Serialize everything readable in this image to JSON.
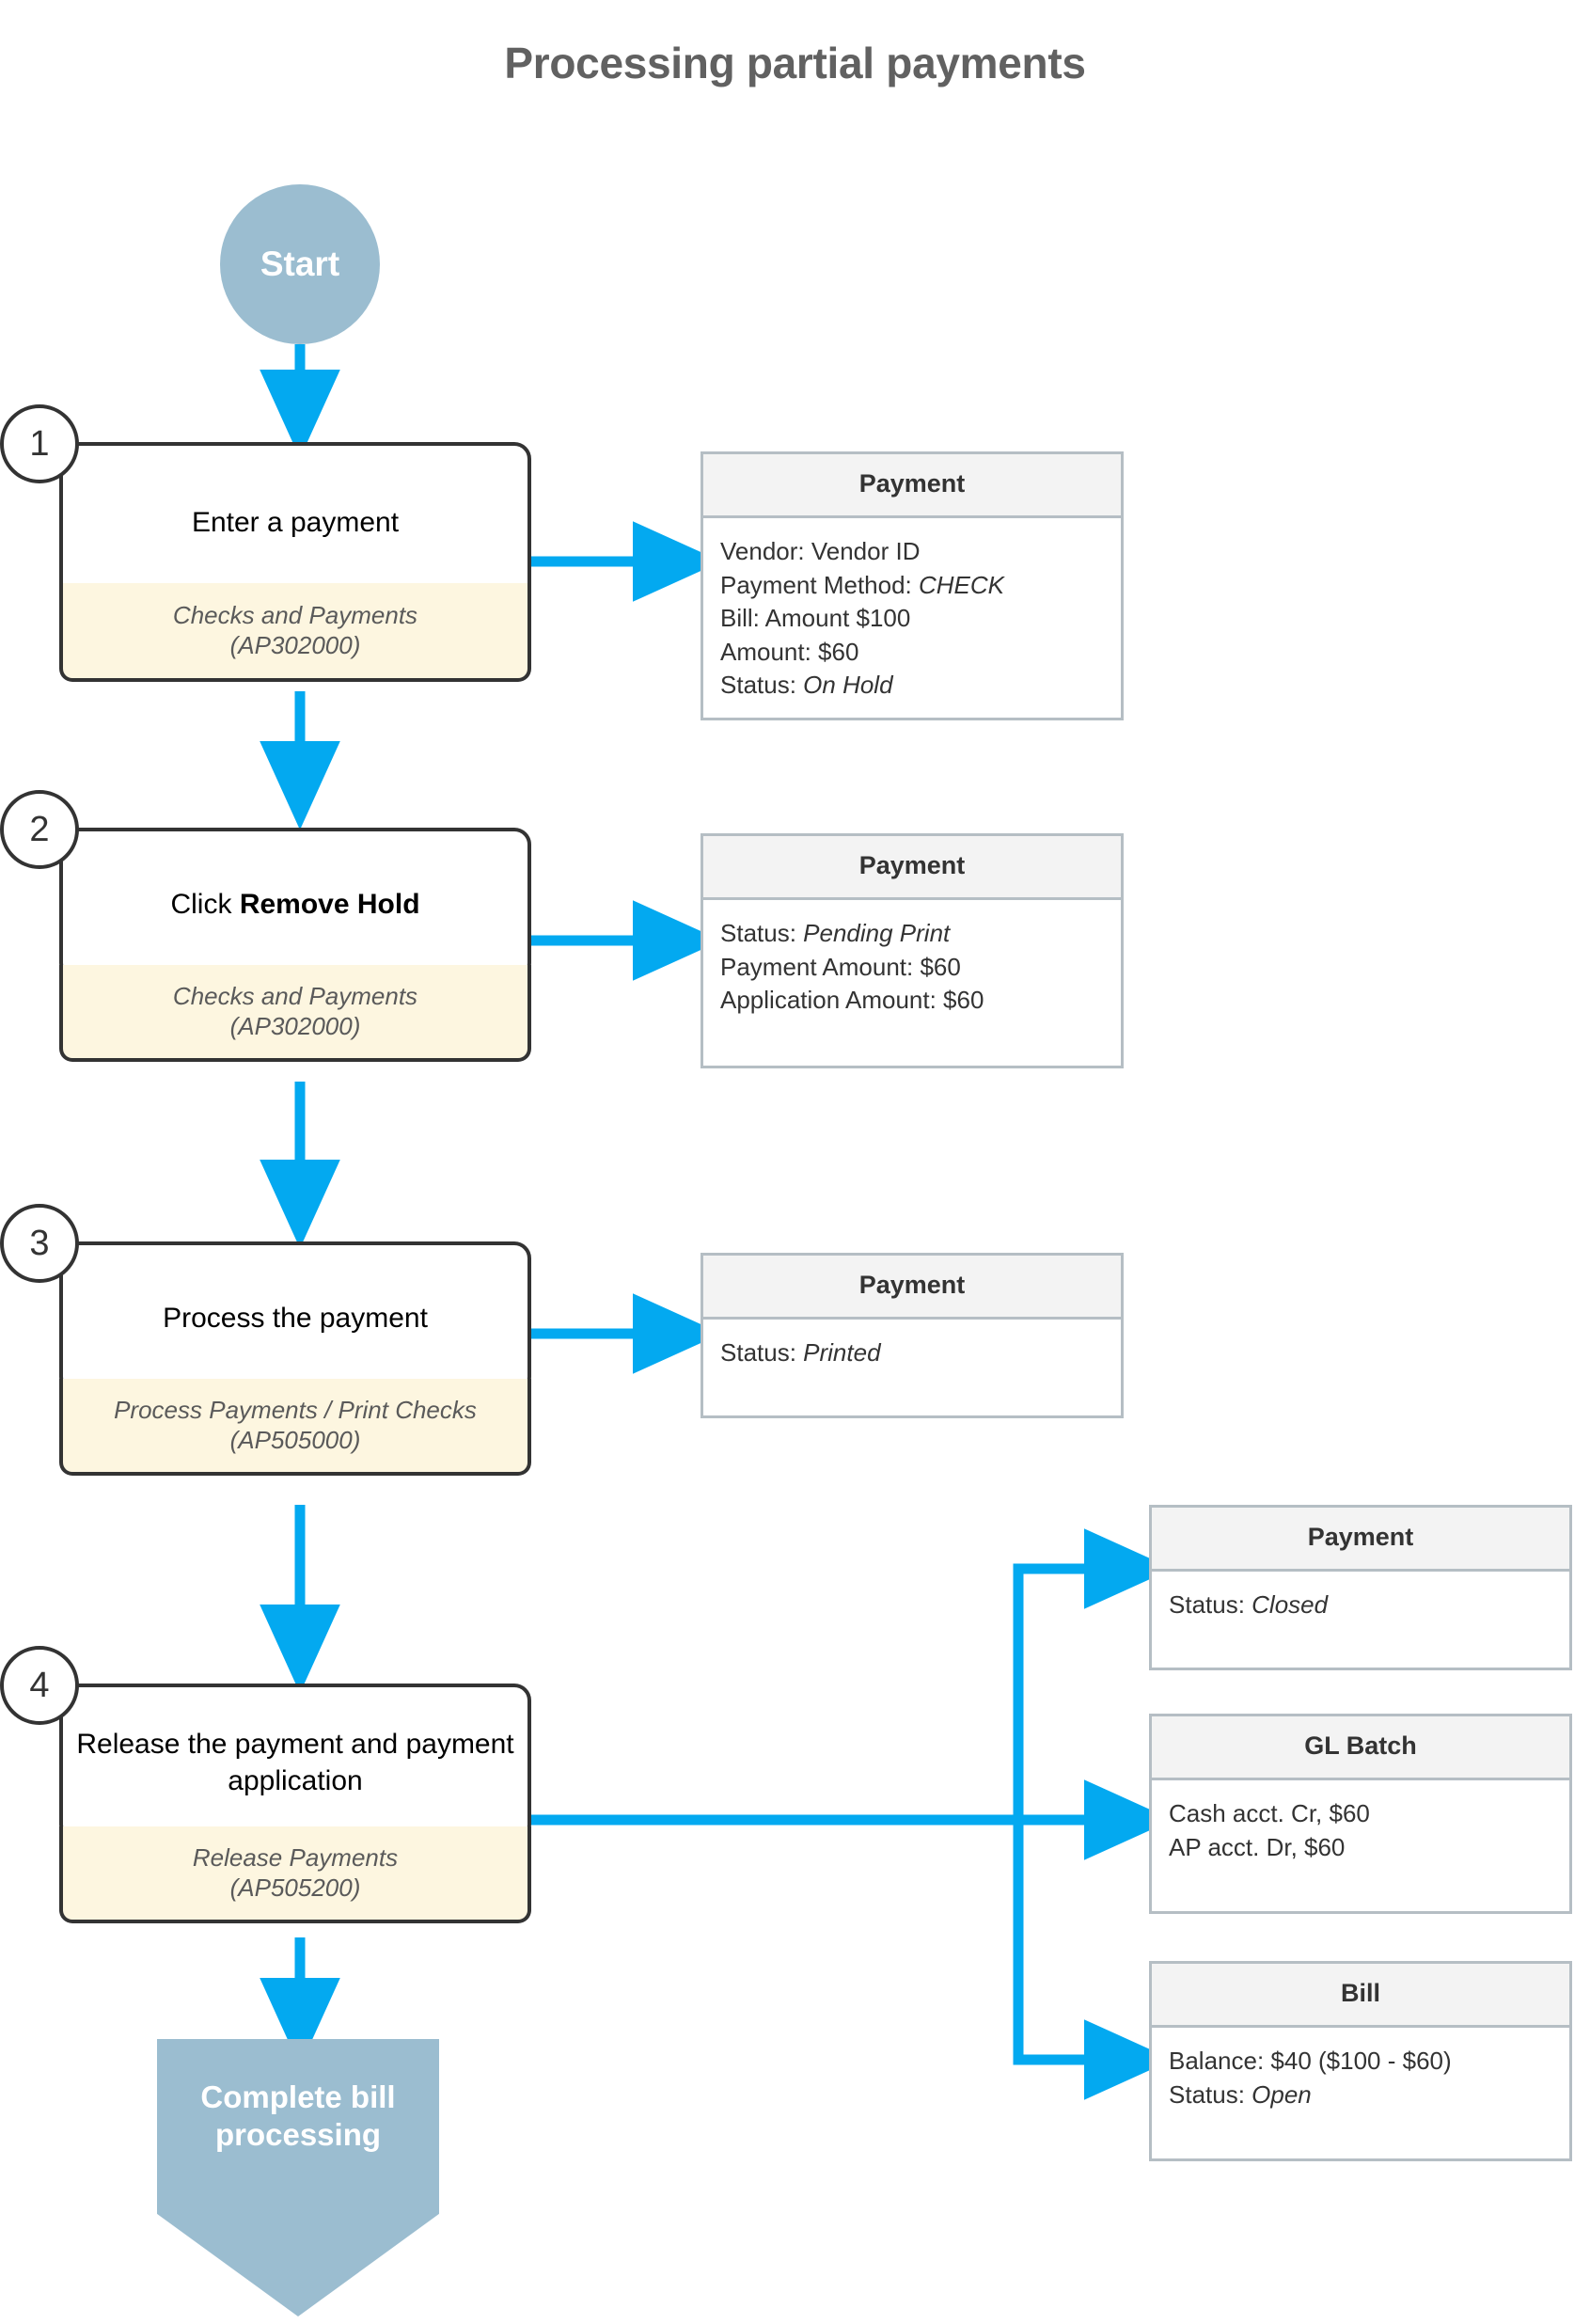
{
  "title": "Processing partial payments",
  "terminators": {
    "start": "Start",
    "end_line1": "Complete bill",
    "end_line2": "processing"
  },
  "colors": {
    "arrow": "#03A9F0",
    "terminator": "#9BBDD0",
    "step_footer": "#FDF6E0",
    "card_header": "#F3F3F3",
    "card_border": "#B5BEC4",
    "step_border": "#333333",
    "title": "#616161"
  },
  "steps": [
    {
      "number": "1",
      "action_plain": "Enter a payment",
      "action_bold": "",
      "screen": "Checks and Payments",
      "screen_id": "(AP302000)"
    },
    {
      "number": "2",
      "action_plain": "Click ",
      "action_bold": "Remove Hold",
      "screen": "Checks and Payments",
      "screen_id": "(AP302000)"
    },
    {
      "number": "3",
      "action_plain": "Process the payment",
      "action_bold": "",
      "screen": "Process Payments / Print Checks",
      "screen_id": "(AP505000)"
    },
    {
      "number": "4",
      "action_plain": "Release the payment and payment application",
      "action_bold": "",
      "screen": "Release Payments",
      "screen_id": "(AP505200)"
    }
  ],
  "cards": [
    {
      "id": "card-payment-1",
      "title": "Payment",
      "lines": [
        {
          "label": "Vendor: ",
          "value": "Vendor ID",
          "italic": false
        },
        {
          "label": "Payment Method: ",
          "value": "CHECK",
          "italic": true
        },
        {
          "label": "Bill: Amount $100",
          "value": "",
          "italic": false
        },
        {
          "label": "Amount: $60",
          "value": "",
          "italic": false
        },
        {
          "label": "Status: ",
          "value": "On Hold",
          "italic": true
        }
      ]
    },
    {
      "id": "card-payment-2",
      "title": "Payment",
      "lines": [
        {
          "label": "Status: ",
          "value": "Pending Print",
          "italic": true
        },
        {
          "label": "Payment Amount: $60",
          "value": "",
          "italic": false
        },
        {
          "label": "Application Amount: $60",
          "value": "",
          "italic": false
        }
      ]
    },
    {
      "id": "card-payment-3",
      "title": "Payment",
      "lines": [
        {
          "label": "Status: ",
          "value": "Printed",
          "italic": true
        }
      ]
    },
    {
      "id": "card-payment-4",
      "title": "Payment",
      "lines": [
        {
          "label": "Status: ",
          "value": "Closed",
          "italic": true
        }
      ]
    },
    {
      "id": "card-gl-batch",
      "title": "GL Batch",
      "lines": [
        {
          "label": "Cash acct. Cr, $60",
          "value": "",
          "italic": false
        },
        {
          "label": "AP acct. Dr, $60",
          "value": "",
          "italic": false
        }
      ]
    },
    {
      "id": "card-bill",
      "title": "Bill",
      "lines": [
        {
          "label": "Balance: $40 ($100 - $60)",
          "value": "",
          "italic": false
        },
        {
          "label": "Status: ",
          "value": "Open",
          "italic": true
        }
      ]
    }
  ]
}
